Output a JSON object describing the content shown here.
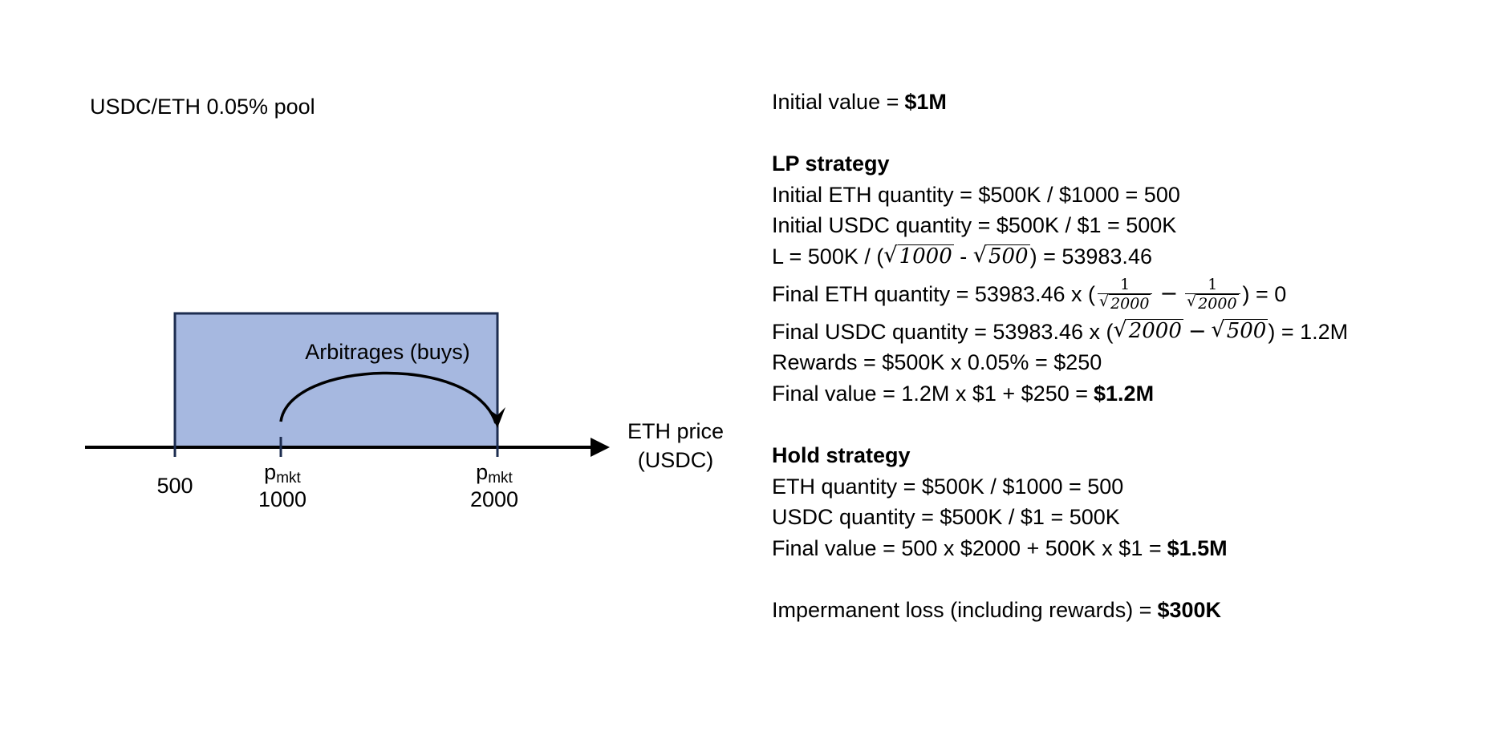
{
  "diagram": {
    "pool_title": "USDC/ETH 0.05% pool",
    "arc_label": "Arbitrages (buys)",
    "axis_label_line1": "ETH price",
    "axis_label_line2": "(USDC)",
    "ticks": [
      {
        "value": "500",
        "sub": ""
      },
      {
        "value": "1000",
        "sub": "mkt"
      },
      {
        "value": "2000",
        "sub": "mkt"
      }
    ],
    "p_symbol": "p",
    "colors": {
      "range_fill": "#a6b8e0",
      "range_stroke": "#1d2d50",
      "axis": "#000000"
    }
  },
  "panel": {
    "initial_value_prefix": "Initial value = ",
    "initial_value_amount": "$1M",
    "lp_heading": "LP strategy",
    "lp_eth_qty": "Initial ETH quantity = $500K / $1000 = 500",
    "lp_usdc_qty": "Initial USDC quantity = $500K / $1 = 500K",
    "L_prefix": "L = 500K / (",
    "L_sqrt1": "1000",
    "L_minus": " - ",
    "L_sqrt2": "500",
    "L_suffix": ") = 53983.46",
    "final_eth_prefix": "Final ETH quantity = 53983.46 x (",
    "final_eth_num": "1",
    "final_eth_den": "2000",
    "final_eth_suffix": ") = 0",
    "final_usdc_prefix": "Final USDC quantity = 53983.46 x (",
    "final_usdc_sqrt1": "2000",
    "final_usdc_sqrt2": "500",
    "final_usdc_suffix": ") = 1.2M",
    "rewards": "Rewards = $500K x 0.05% = $250",
    "lp_final_prefix": "Final value = 1.2M x $1 + $250 = ",
    "lp_final_amount": "$1.2M",
    "hold_heading": "Hold strategy",
    "hold_eth_qty": "ETH quantity = $500K / $1000 = 500",
    "hold_usdc_qty": "USDC quantity = $500K / $1 = 500K",
    "hold_final_prefix": "Final value = 500 x $2000 + 500K x $1 = ",
    "hold_final_amount": "$1.5M",
    "il_prefix": "Impermanent loss (including rewards) = ",
    "il_amount": "$300K",
    "minus_sign": "−"
  }
}
